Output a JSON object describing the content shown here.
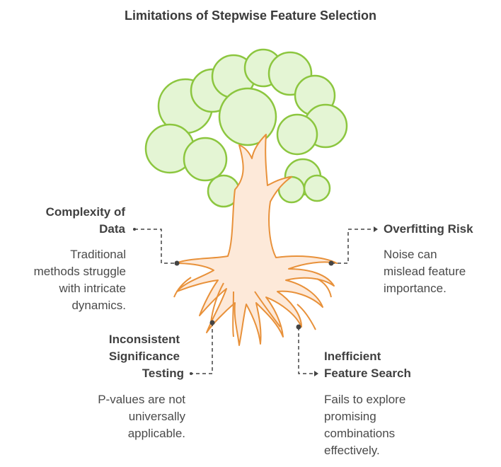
{
  "title": "Limitations of Stepwise Feature Selection",
  "items": [
    {
      "heading_lines": [
        "Complexity of",
        "Data"
      ],
      "description_lines": [
        "Traditional",
        "methods struggle",
        "with intricate",
        "dynamics."
      ]
    },
    {
      "heading_lines": [
        "Overfitting Risk"
      ],
      "description_lines": [
        "Noise can",
        "mislead feature",
        "importance."
      ]
    },
    {
      "heading_lines": [
        "Inconsistent",
        "Significance",
        "Testing"
      ],
      "description_lines": [
        "P-values are not",
        "universally",
        "applicable."
      ]
    },
    {
      "heading_lines": [
        "Inefficient",
        "Feature Search"
      ],
      "description_lines": [
        "Fails to explore",
        "promising",
        "combinations",
        "effectively."
      ]
    }
  ],
  "colors": {
    "foliage_fill": "#e4f5d4",
    "foliage_stroke": "#8cc63f",
    "trunk_fill": "#fde9d9",
    "trunk_stroke": "#e8913a",
    "connector": "#444444"
  }
}
